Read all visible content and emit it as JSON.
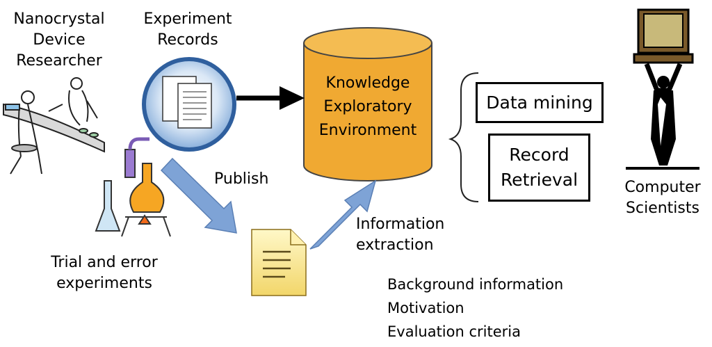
{
  "researcher": {
    "lines": [
      "Nanocrystal",
      "Device",
      "Researcher"
    ]
  },
  "records": {
    "lines": [
      "Experiment",
      "Records"
    ]
  },
  "knowledge": {
    "lines": [
      "Knowledge",
      "Exploratory",
      "Environment"
    ]
  },
  "publish": "Publish",
  "extraction": {
    "lines": [
      "Information",
      "extraction"
    ]
  },
  "trial": {
    "lines": [
      "Trial and error",
      "experiments"
    ]
  },
  "extracted_items": [
    "Background information",
    "Motivation",
    "Evaluation criteria"
  ],
  "data_mining": "Data mining",
  "record_retrieval": {
    "lines": [
      "Record",
      "Retrieval"
    ]
  },
  "scientists": {
    "lines": [
      "Computer",
      "Scientists"
    ]
  },
  "colors": {
    "cylinder": "#F0A932",
    "cylinder_top": "#F4BC52",
    "arrow_blue": "#7EA3D6",
    "arrow_black": "#000000"
  }
}
